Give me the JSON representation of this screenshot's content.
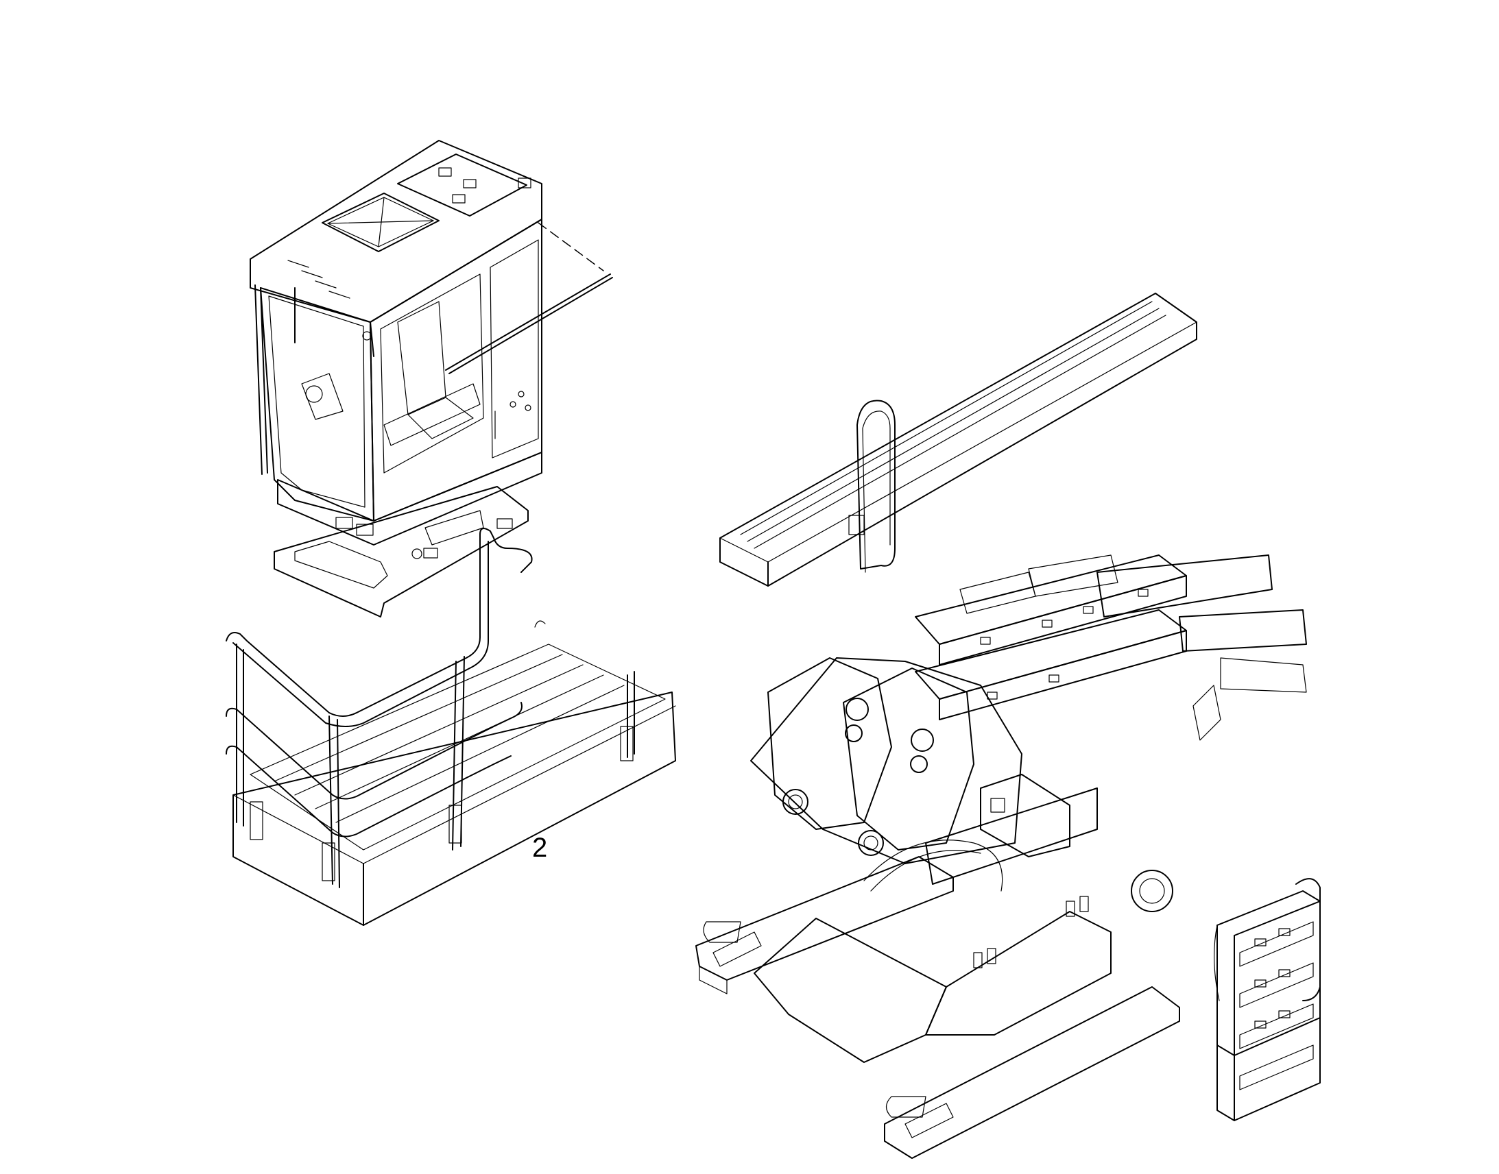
{
  "figure": {
    "callouts": [
      {
        "id": "platform-callout",
        "text": "2"
      }
    ],
    "colors": {
      "line": "#000000",
      "background": "#ffffff"
    },
    "parts": [
      "operator-cab",
      "cab-mounting-plate",
      "walkway-step",
      "railed-platform",
      "upper-frame",
      "access-ladder"
    ]
  }
}
